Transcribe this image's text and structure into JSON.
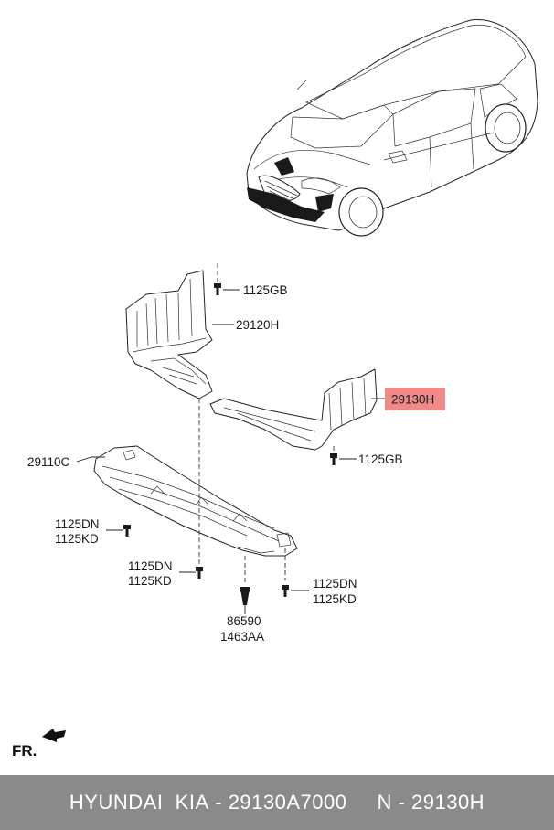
{
  "callouts": {
    "bolt_top_gb": "1125GB",
    "part_29120h": "29120H",
    "part_29130h": "29130H",
    "bolt_right_gb": "1125GB",
    "part_29110c": "29110C",
    "bolt_left_dn": "1125DN",
    "bolt_left_kd": "1125KD",
    "bolt_mid_dn": "1125DN",
    "bolt_mid_kd": "1125KD",
    "bolt_right_dn": "1125DN",
    "bolt_right_kd": "1125KD",
    "clip_86590": "86590",
    "clip_1463aa": "1463AA"
  },
  "highlight": {
    "part": "29130H",
    "color": "#f08a8a"
  },
  "orientation": {
    "label": "FR.",
    "icon": "front-arrow-icon"
  },
  "footer": {
    "brand": "HYUNDAI  KIA",
    "separator1": " - ",
    "part_number": "29130A7000",
    "gap": "     ",
    "ref": "N",
    "separator2": " - ",
    "ref_code": "29130H",
    "background": "#8a8a8a"
  }
}
